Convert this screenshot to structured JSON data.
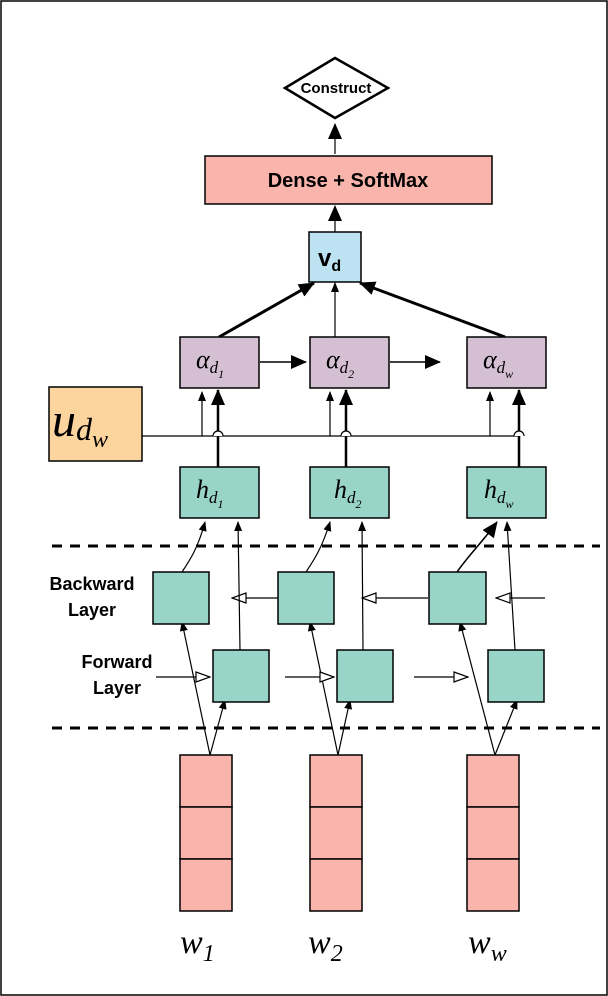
{
  "output": {
    "construct_label": "Construct",
    "dense_label": "Dense + SoftMax"
  },
  "doc_vector": {
    "base": "v",
    "sub": "d"
  },
  "attention": [
    {
      "base": "α",
      "sub": "d",
      "subsub": "1"
    },
    {
      "base": "α",
      "sub": "d",
      "subsub": "2"
    },
    {
      "base": "α",
      "sub": "d",
      "subsub": "w"
    }
  ],
  "context_vector": {
    "base": "u",
    "sub": "d",
    "subsub": "w"
  },
  "hidden": [
    {
      "base": "h",
      "sub": "d",
      "subsub": "1"
    },
    {
      "base": "h",
      "sub": "d",
      "subsub": "2"
    },
    {
      "base": "h",
      "sub": "d",
      "subsub": "w"
    }
  ],
  "layers": {
    "backward": [
      "Backward",
      "Layer"
    ],
    "forward": [
      "Forward",
      "Layer"
    ]
  },
  "words": [
    {
      "base": "w",
      "sub": "1"
    },
    {
      "base": "w",
      "sub": "2"
    },
    {
      "base": "w",
      "sub": "w"
    }
  ],
  "colors": {
    "salmon": "#f9b5ab",
    "purple": "#d5bfd3",
    "teal": "#98d4c8",
    "light_blue": "#bde2f2",
    "orange": "#fcd49e"
  }
}
